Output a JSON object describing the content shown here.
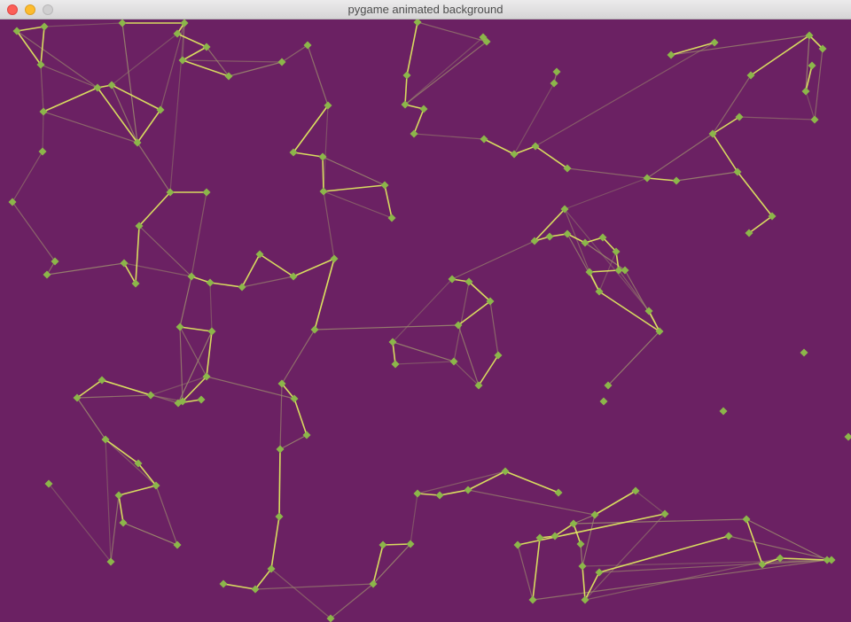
{
  "window": {
    "title": "pygame animated background",
    "controls": [
      "close",
      "minimize",
      "zoom"
    ]
  },
  "canvas": {
    "background_color": "#6b2163",
    "node_color": "#8cb64a",
    "edge_strong_color": "#e4ef5f",
    "edge_faint_color": "#9c8a6e"
  }
}
